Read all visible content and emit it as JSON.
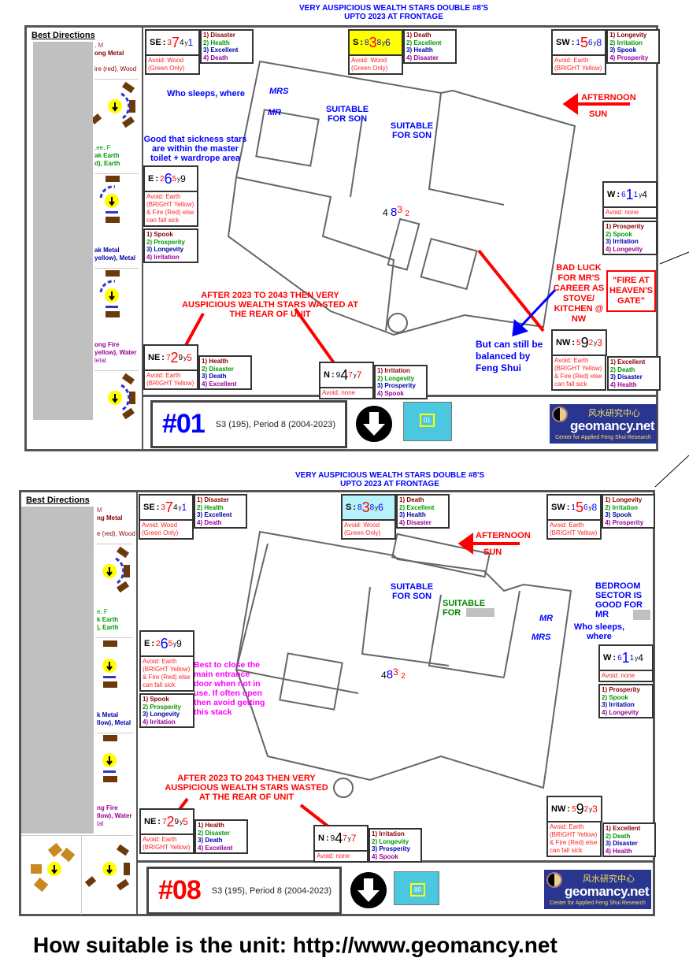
{
  "panels": [
    {
      "title_line1": "VERY AUSPICIOUS WEALTH STARS DOUBLE #8'S",
      "title_line2": "UPTO 2023 AT FRONTAGE",
      "best_directions": "Best Directions",
      "left_fragments": [
        ", M",
        "ong Metal",
        "ire (red), Wood",
        ".ee, F",
        "ak Earth",
        "d), Earth",
        "ak Metal",
        "yellow), Metal",
        "ong Fire",
        "yellow), Water",
        "letal"
      ],
      "center_stars": [
        "4",
        "8",
        "3",
        "2"
      ],
      "unit_number": "#01",
      "unit_color": "#0000ff",
      "unit_info": "S3 (195), Period 8 (2004-2023)",
      "thumb_label": "01",
      "s_box_color": "#ffff00",
      "annotations": {
        "who_sleeps": "Who sleeps, where",
        "mrs": "MRS",
        "mr": "MR",
        "suitable_son_1": "SUITABLE FOR SON",
        "suitable_son_2": "SUITABLE FOR SON",
        "sickness": "Good that sickness stars are within the master toilet + wardrope area",
        "afternoon": "AFTERNOON",
        "sun": "SUN",
        "bad_luck": "BAD LUCK FOR MR'S CAREER AS STOVE/ KITCHEN @ NW",
        "fire_gate": "\"FIRE AT HEAVEN'S GATE\"",
        "after_2023": "AFTER 2023 TO 2043 THEN VERY AUSPICIOUS WEALTH STARS WASTED AT THE REAR OF UNIT",
        "balanced": "But can still be balanced by Feng Shui"
      }
    },
    {
      "title_line1": "VERY AUSPICIOUS WEALTH STARS DOUBLE #8'S",
      "title_line2": "UPTO 2023 AT FRONTAGE",
      "best_directions": "Best Directions",
      "left_fragments": [
        "M",
        "ng Metal",
        "e (red), Wood",
        "e, F",
        "k Earth",
        "), Earth",
        "k Metal",
        "llow), Metal",
        "ng Fire",
        "llow), Water",
        "tal"
      ],
      "center_stars": [
        "4",
        "8",
        "3",
        "2"
      ],
      "unit_number": "#08",
      "unit_color": "#ff0000",
      "unit_info": "S3 (195), Period 8 (2004-2023)",
      "thumb_label": "80",
      "s_box_color": "#b8f2fa",
      "annotations": {
        "afternoon": "AFTERNOON",
        "sun": "SUN",
        "suitable_son": "SUITABLE FOR SON",
        "suitable_for": "SUITABLE FOR",
        "bedroom_sector": "BEDROOM SECTOR IS GOOD FOR MR",
        "mr": "MR",
        "mrs": "MRS",
        "who_sleeps": "Who sleeps, where",
        "entrance": "Best to close the main entrance door when not in use. If often open then avoid getting this stack",
        "after_2023": "AFTER 2023 TO 2043 THEN VERY AUSPICIOUS WEALTH STARS WASTED AT THE REAR OF UNIT"
      }
    }
  ],
  "sectors": {
    "SE": {
      "label": "SE",
      "stars": [
        "3",
        "7",
        "4",
        "1"
      ],
      "colors": [
        "#ff0000",
        "#ff0000",
        "#000000",
        "#0000ff"
      ],
      "avoid": "Avoid: Wood (Green Only)",
      "list": [
        "1) Disaster",
        "2) Health",
        "3) Excellent",
        "4) Death"
      ]
    },
    "S": {
      "label": "S",
      "stars": [
        "8",
        "3",
        "8",
        "6"
      ],
      "colors": [
        "#0000ff",
        "#ff0000",
        "#0000ff",
        "#0000ff"
      ],
      "avoid": "Avoid: Wood (Green Only)",
      "list": [
        "1) Death",
        "2) Excellent",
        "3) Health",
        "4) Disaster"
      ]
    },
    "SW": {
      "label": "SW",
      "stars": [
        "1",
        "5",
        "6",
        "8"
      ],
      "colors": [
        "#0000ff",
        "#ff0000",
        "#0000ff",
        "#0000ff"
      ],
      "avoid": "Avoid: Earth (BRIGHT Yellow)",
      "list": [
        "1) Longevity",
        "2) Irritation",
        "3) Spook",
        "4) Prosperity"
      ]
    },
    "E": {
      "label": "E",
      "stars": [
        "2",
        "6",
        "5",
        "9"
      ],
      "colors": [
        "#ff0000",
        "#0000ff",
        "#ff0000",
        "#000000"
      ],
      "avoid": "Avoid: Earth (BRIGHT Yellow) & Fire (Red) else can fall sick",
      "list": [
        "1) Spook",
        "2) Prosperity",
        "3) Longevity",
        "4) Irritation"
      ]
    },
    "W": {
      "label": "W",
      "stars": [
        "6",
        "1",
        "1",
        "4"
      ],
      "colors": [
        "#0000ff",
        "#0000ff",
        "#0000ff",
        "#000000"
      ],
      "avoid": "Avoid: none",
      "list": [
        "1) Prosperity",
        "2) Spook",
        "3) Irritation",
        "4) Longevity"
      ]
    },
    "NE": {
      "label": "NE",
      "stars": [
        "7",
        "2",
        "9",
        "5"
      ],
      "colors": [
        "#ff0000",
        "#ff0000",
        "#000000",
        "#ff0000"
      ],
      "avoid": "Avoid: Earth (BRIGHT Yellow)",
      "list": [
        "1) Health",
        "2) Disaster",
        "3) Death",
        "4) Excellent"
      ]
    },
    "N": {
      "label": "N",
      "stars": [
        "9",
        "4",
        "7",
        "7"
      ],
      "colors": [
        "#000000",
        "#000000",
        "#ff0000",
        "#ff0000"
      ],
      "avoid": "Avoid: none",
      "list": [
        "1) Irritation",
        "2) Longevity",
        "3) Prosperity",
        "4) Spook"
      ]
    },
    "NW": {
      "label": "NW",
      "stars": [
        "5",
        "9",
        "2",
        "3"
      ],
      "colors": [
        "#ff0000",
        "#000000",
        "#ff0000",
        "#ff0000"
      ],
      "avoid": "Avoid: Earth (BRIGHT Yellow) & Fire (Red) else can fall sick",
      "list": [
        "1) Excellent",
        "2) Death",
        "3) Disaster",
        "4) Health"
      ]
    }
  },
  "logo": {
    "chinese": "风水研究中心",
    "name": "geomancy.net",
    "tagline": "Center for Applied Feng Shui Research"
  },
  "caption": "How suitable is the unit: http://www.geomancy.net"
}
